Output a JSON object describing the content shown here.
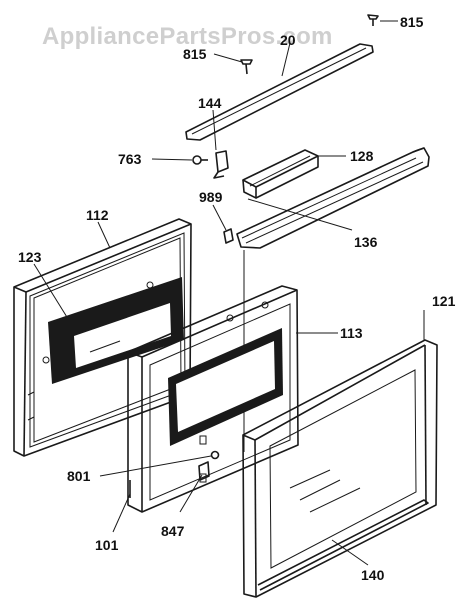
{
  "watermark": "AppliancePartsPros.com",
  "callouts": {
    "p815_top": "815",
    "p815_left": "815",
    "p20": "20",
    "p144": "144",
    "p128": "128",
    "p763": "763",
    "p989": "989",
    "p136": "136",
    "p112": "112",
    "p123": "123",
    "p121": "121",
    "p113": "113",
    "p801": "801",
    "p101": "101",
    "p847": "847",
    "p140": "140"
  }
}
